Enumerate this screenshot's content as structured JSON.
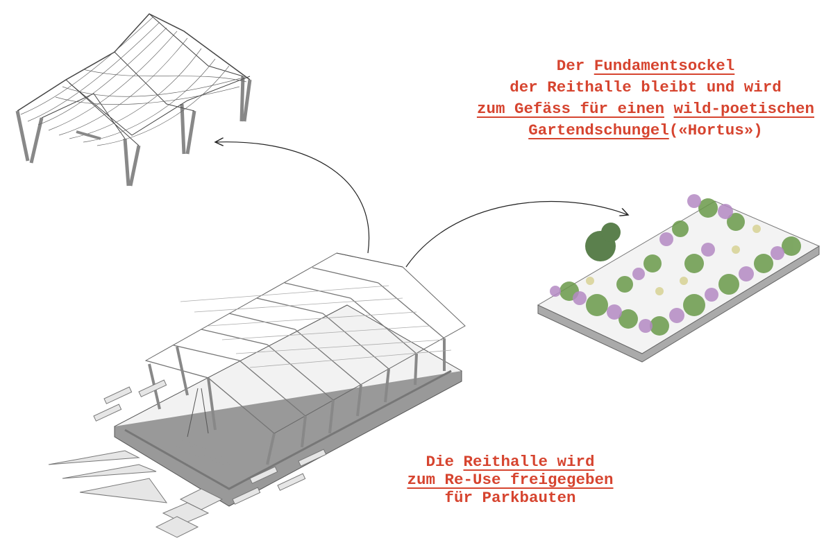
{
  "captions": {
    "top": {
      "line1_a": "Der ",
      "line1_b": "Fundamentsockel",
      "line2": "der Reithalle bleibt und wird",
      "line3_a": "zum Gefäss für einen",
      "line3_b": "wild-poetischen",
      "line4_a": "Gartendschungel",
      "line4_b": "(«Hortus»)"
    },
    "bottom": {
      "line1_a": "Die ",
      "line1_b": "Reithalle wird",
      "line2": "zum Re-Use freigegeben",
      "line3": "für Parkbauten"
    }
  },
  "colors": {
    "accent": "#d6442f",
    "line": "#333333",
    "garden_purple": "#b48ac4",
    "garden_green": "#6a9a4a"
  }
}
